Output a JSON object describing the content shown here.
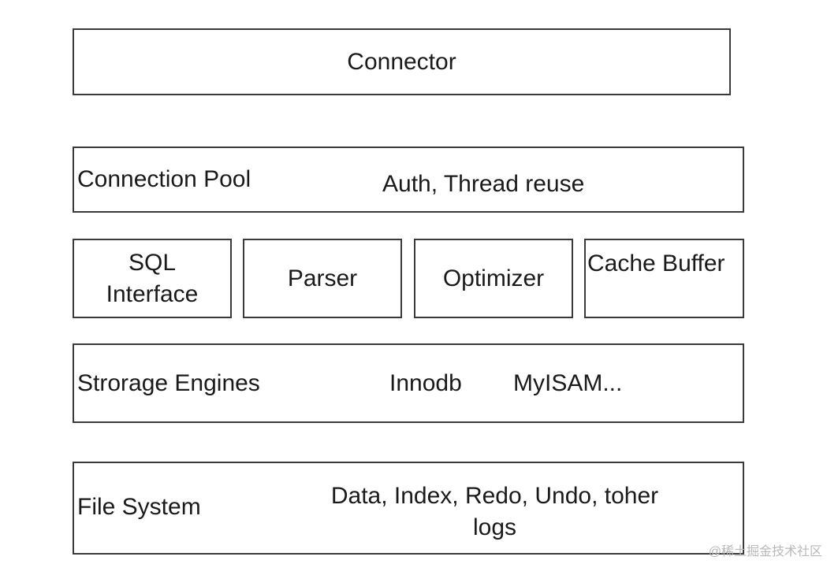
{
  "layers": {
    "connector": {
      "label": "Connector"
    },
    "connection_pool": {
      "label": "Connection Pool",
      "detail": "Auth, Thread reuse"
    },
    "modules": [
      {
        "label": "SQL\nInterface"
      },
      {
        "label": "Parser"
      },
      {
        "label": "Optimizer"
      },
      {
        "label": "Cache Buffer"
      }
    ],
    "storage_engines": {
      "label": "Strorage Engines",
      "engine_1": "Innodb",
      "engine_2": "MyISAM..."
    },
    "file_system": {
      "label": "File System",
      "detail": "Data, Index, Redo, Undo, toher\nlogs"
    }
  },
  "watermark": "@稀土掘金技术社区"
}
